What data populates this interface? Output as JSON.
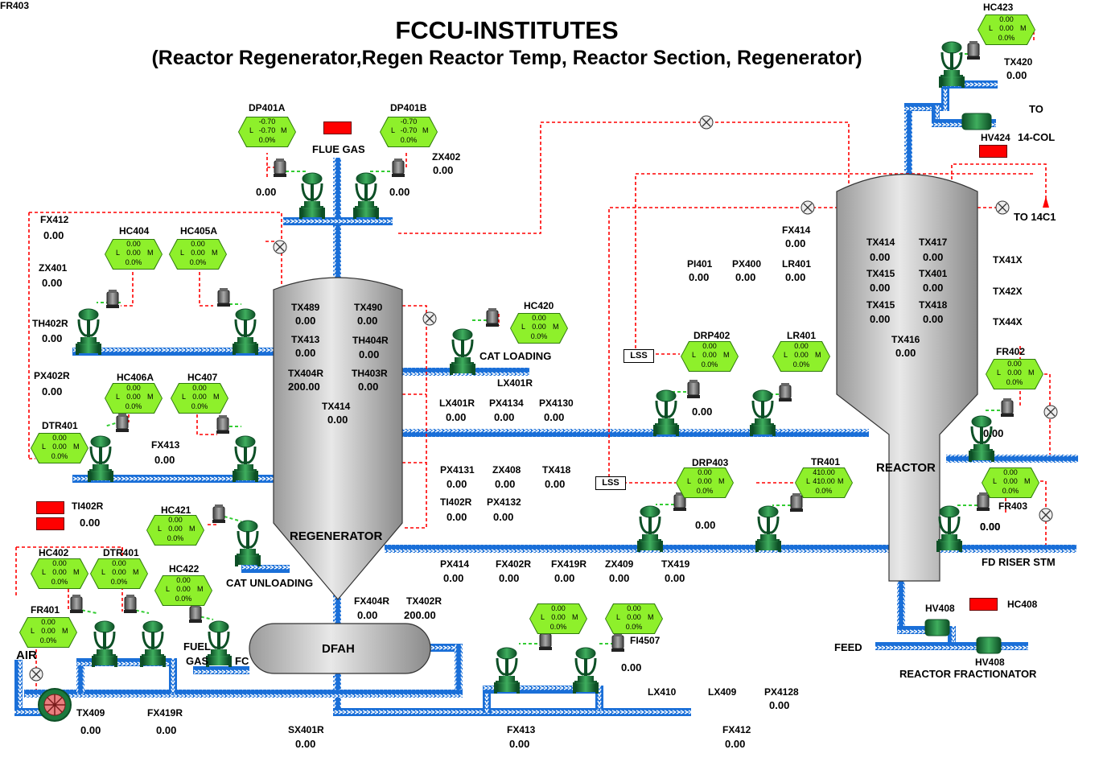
{
  "title": "FCCU-INSTITUTES",
  "subtitle": "(Reactor Regenerator,Regen Reactor Temp, Reactor Section, Regenerator)",
  "colors": {
    "pipe": "#1a6fd8",
    "pipe_stripe": "#ffffff",
    "signal": "#ff0000",
    "controller": "#8ef02b",
    "vessel": "#c8c8c8",
    "alarm": "#ff0000",
    "valve": "#1b7a3e"
  },
  "vessels": {
    "regenerator": "REGENERATOR",
    "reactor": "REACTOR",
    "dfah": "DFAH"
  },
  "labels": {
    "flue_gas": "FLUE GAS",
    "cat_loading": "CAT LOADING",
    "cat_unloading": "CAT UNLOADING",
    "fuel": "FUEL",
    "gas": "GAS",
    "fc": "FC",
    "air": "AIR",
    "feed": "FEED",
    "reactor_fractionator": "REACTOR FRACTIONATOR",
    "fd_riser_stm": "FD RISER STM",
    "to": "TO",
    "col14": "14-COL",
    "to14c1": "TO 14C1",
    "lss1": "LSS",
    "lss2": "LSS"
  },
  "readings": [
    {
      "tag": "TX420",
      "value": "0.00"
    },
    {
      "tag": "ZX402",
      "value": "0.00"
    },
    {
      "tag": "FX412",
      "value": "0.00"
    },
    {
      "tag": "ZX401",
      "value": "0.00"
    },
    {
      "tag": "TH402R",
      "value": "0.00"
    },
    {
      "tag": "PX402R",
      "value": "0.00"
    },
    {
      "tag": "FX413",
      "value": "0.00"
    },
    {
      "tag": "TI402R",
      "value": "0.00"
    },
    {
      "tag": "TX489",
      "value": "0.00"
    },
    {
      "tag": "TX490",
      "value": "0.00"
    },
    {
      "tag": "TX413",
      "value": "0.00"
    },
    {
      "tag": "TH404R",
      "value": "0.00"
    },
    {
      "tag": "TX404R",
      "value": "200.00"
    },
    {
      "tag": "TH403R",
      "value": "0.00"
    },
    {
      "tag": "TX414",
      "value": "0.00"
    },
    {
      "tag": "FX414",
      "value": "0.00"
    },
    {
      "tag": "PI401",
      "value": "0.00"
    },
    {
      "tag": "PX400",
      "value": "0.00"
    },
    {
      "tag": "LR401",
      "value": "0.00"
    },
    {
      "tag": "LX401R",
      "value": "0.00"
    },
    {
      "tag": "PX4134",
      "value": "0.00"
    },
    {
      "tag": "PX4130",
      "value": "0.00"
    },
    {
      "tag": "PX4131",
      "value": "0.00"
    },
    {
      "tag": "ZX408",
      "value": "0.00"
    },
    {
      "tag": "TX418",
      "value": "0.00"
    },
    {
      "tag": "TI402R",
      "value": "0.00"
    },
    {
      "tag": "PX4132",
      "value": "0.00"
    },
    {
      "tag": "PX414",
      "value": "0.00"
    },
    {
      "tag": "FX402R",
      "value": "0.00"
    },
    {
      "tag": "FX419R",
      "value": "0.00"
    },
    {
      "tag": "ZX409",
      "value": "0.00"
    },
    {
      "tag": "TX419",
      "value": "0.00"
    },
    {
      "tag": "FX404R",
      "value": "0.00"
    },
    {
      "tag": "TX402R",
      "value": "200.00"
    },
    {
      "tag": "TX409",
      "value": "0.00"
    },
    {
      "tag": "FX419R",
      "value": "0.00"
    },
    {
      "tag": "SX401R",
      "value": "0.00"
    },
    {
      "tag": "FX413",
      "value": "0.00"
    },
    {
      "tag": "FX412",
      "value": "0.00"
    },
    {
      "tag": "LX410",
      "value": ""
    },
    {
      "tag": "LX409",
      "value": ""
    },
    {
      "tag": "PX4128",
      "value": "0.00"
    },
    {
      "tag": "FI4507",
      "value": "0.00"
    },
    {
      "tag": "TX414",
      "value": "0.00"
    },
    {
      "tag": "TX417",
      "value": "0.00"
    },
    {
      "tag": "TX415",
      "value": "0.00"
    },
    {
      "tag": "TX401",
      "value": "0.00"
    },
    {
      "tag": "TX415",
      "value": "0.00"
    },
    {
      "tag": "TX418",
      "value": "0.00"
    },
    {
      "tag": "TX416",
      "value": "0.00"
    },
    {
      "tag": "TX41X",
      "value": ""
    },
    {
      "tag": "TX42X",
      "value": ""
    },
    {
      "tag": "TX44X",
      "value": ""
    },
    {
      "tag": "FR403",
      "value": "0.00"
    },
    {
      "tag": "LX401R",
      "value": ""
    },
    {
      "tag": "HV424",
      "value": ""
    },
    {
      "tag": "HC408",
      "value": ""
    },
    {
      "tag": "HV408",
      "value": ""
    },
    {
      "tag": "HV408",
      "value": ""
    }
  ],
  "controllers": [
    {
      "tag": "HC423",
      "v1": "0.00",
      "v2": "0.00",
      "v3": "0.0%"
    },
    {
      "tag": "DP401A",
      "v1": "-0.70",
      "v2": "-0.70",
      "v3": "0.0%"
    },
    {
      "tag": "DP401B",
      "v1": "-0.70",
      "v2": "-0.70",
      "v3": "0.0%"
    },
    {
      "tag": "HC404",
      "v1": "0.00",
      "v2": "0.00",
      "v3": "0.0%"
    },
    {
      "tag": "HC405A",
      "v1": "0.00",
      "v2": "0.00",
      "v3": "0.0%"
    },
    {
      "tag": "HC420",
      "v1": "0.00",
      "v2": "0.00",
      "v3": "0.0%"
    },
    {
      "tag": "HC406A",
      "v1": "0.00",
      "v2": "0.00",
      "v3": "0.0%"
    },
    {
      "tag": "HC407",
      "v1": "0.00",
      "v2": "0.00",
      "v3": "0.0%"
    },
    {
      "tag": "DTR401",
      "v1": "0.00",
      "v2": "0.00",
      "v3": "0.0%"
    },
    {
      "tag": "DRP402",
      "v1": "0.00",
      "v2": "0.00",
      "v3": "0.0%"
    },
    {
      "tag": "LR401",
      "v1": "0.00",
      "v2": "0.00",
      "v3": "0.0%"
    },
    {
      "tag": "FR402",
      "v1": "0.00",
      "v2": "0.00",
      "v3": "0.0%"
    },
    {
      "tag": "HC421",
      "v1": "0.00",
      "v2": "0.00",
      "v3": "0.0%"
    },
    {
      "tag": "DRP403",
      "v1": "0.00",
      "v2": "0.00",
      "v3": "0.0%"
    },
    {
      "tag": "TR401",
      "v1": "410.00",
      "v2": "410.00",
      "v3": "0.0%"
    },
    {
      "tag": "FR403",
      "v1": "0.00",
      "v2": "0.00",
      "v3": "0.0%"
    },
    {
      "tag": "HC402",
      "v1": "0.00",
      "v2": "0.00",
      "v3": "0.0%"
    },
    {
      "tag": "DTR401",
      "v1": "0.00",
      "v2": "0.00",
      "v3": "0.0%"
    },
    {
      "tag": "HC422",
      "v1": "0.00",
      "v2": "0.00",
      "v3": "0.0%"
    },
    {
      "tag": "FR401",
      "v1": "0.00",
      "v2": "0.00",
      "v3": "0.0%"
    },
    {
      "tag": "",
      "v1": "0.00",
      "v2": "0.00",
      "v3": "0.0%"
    },
    {
      "tag": "",
      "v1": "0.00",
      "v2": "0.00",
      "v3": "0.0%"
    }
  ],
  "valve_readouts": [
    "0.00",
    "0.00",
    "0.00",
    "0.00",
    "0.00",
    "0.00",
    "0.00",
    "0.00",
    "0.00"
  ],
  "controller_letters": {
    "l": "L",
    "m": "M"
  }
}
